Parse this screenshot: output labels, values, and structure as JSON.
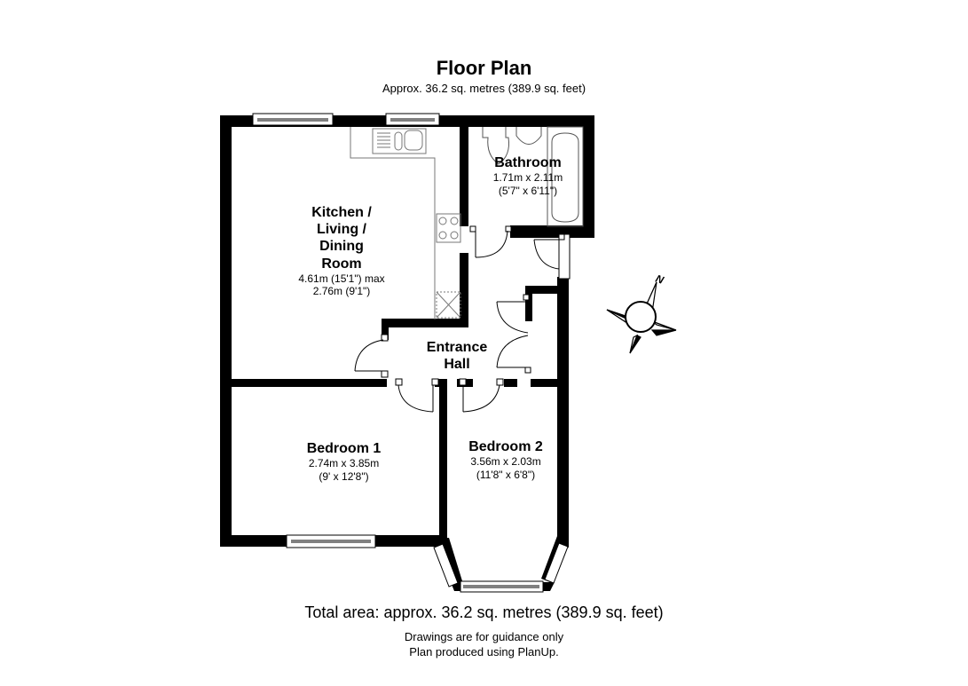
{
  "header": {
    "title": "Floor Plan",
    "subtitle": "Approx.  36.2 sq. metres (389.9 sq. feet)"
  },
  "rooms": [
    {
      "name_lines": [
        "Kitchen /",
        "Living /",
        "Dining",
        "Room"
      ],
      "dim1": "4.61m (15'1\") max",
      "dim2": "2.76m (9'1\")"
    },
    {
      "name": "Bathroom",
      "dim1": "1.71m x 2.11m",
      "dim2": "(5'7\" x 6'11\")"
    },
    {
      "name_lines": [
        "Entrance",
        "Hall"
      ]
    },
    {
      "name": "Bedroom 1",
      "dim1": "2.74m x 3.85m",
      "dim2": "(9' x 12'8\")"
    },
    {
      "name": "Bedroom 2",
      "dim1": "3.56m x 2.03m",
      "dim2": "(11'8\" x 6'8\")"
    }
  ],
  "compass": {
    "label": "N",
    "icon": "compass-rose-icon"
  },
  "footer": {
    "total_area": "Total area: approx.  36.2 sq. metres (389.9 sq. feet)",
    "note1": "Drawings are for guidance only",
    "note2": "Plan produced using PlanUp."
  },
  "colors": {
    "wall": "#000000",
    "fixture": "#555555",
    "background": "#ffffff"
  }
}
